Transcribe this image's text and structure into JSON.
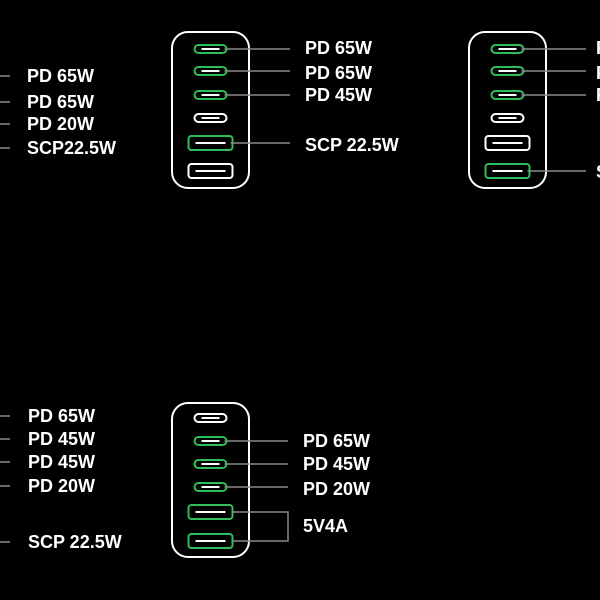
{
  "colors": {
    "background": "#000000",
    "outline": "#ffffff",
    "active_port": "#2fbf5a",
    "connector_line": "#8a8a8a",
    "label_text": "#ffffff"
  },
  "configs": [
    {
      "id": "top-left-partial",
      "ports": [],
      "labels": [
        {
          "text": "PD 65W",
          "port": null
        },
        {
          "text": "PD 65W",
          "port": null
        },
        {
          "text": "PD 20W",
          "port": null
        },
        {
          "text": "SCP22.5W",
          "port": null
        }
      ]
    },
    {
      "id": "top-center",
      "ports": [
        {
          "kind": "usb-c",
          "active": true
        },
        {
          "kind": "usb-c",
          "active": true
        },
        {
          "kind": "usb-c",
          "active": true
        },
        {
          "kind": "usb-c",
          "active": false
        },
        {
          "kind": "usb-a",
          "active": true
        },
        {
          "kind": "usb-a",
          "active": false
        }
      ],
      "labels": [
        {
          "text": "PD 65W",
          "port": 0
        },
        {
          "text": "PD 65W",
          "port": 1
        },
        {
          "text": "PD 45W",
          "port": 2
        },
        {
          "text": "SCP 22.5W",
          "port": 4
        }
      ]
    },
    {
      "id": "top-right-partial",
      "ports": [
        {
          "kind": "usb-c",
          "active": true
        },
        {
          "kind": "usb-c",
          "active": true
        },
        {
          "kind": "usb-c",
          "active": true
        },
        {
          "kind": "usb-c",
          "active": false
        },
        {
          "kind": "usb-a",
          "active": false
        },
        {
          "kind": "usb-a",
          "active": true
        }
      ],
      "labels": [
        {
          "text": "P",
          "port": 0
        },
        {
          "text": "P",
          "port": 1
        },
        {
          "text": "P",
          "port": 2
        },
        {
          "text": "S",
          "port": 5
        }
      ]
    },
    {
      "id": "bottom-left-partial",
      "ports": [],
      "labels": [
        {
          "text": "PD 65W",
          "port": null
        },
        {
          "text": "PD 45W",
          "port": null
        },
        {
          "text": "PD 45W",
          "port": null
        },
        {
          "text": "PD 20W",
          "port": null
        },
        {
          "text": "SCP 22.5W",
          "port": null
        }
      ]
    },
    {
      "id": "bottom-center",
      "ports": [
        {
          "kind": "usb-c",
          "active": false
        },
        {
          "kind": "usb-c",
          "active": true
        },
        {
          "kind": "usb-c",
          "active": true
        },
        {
          "kind": "usb-c",
          "active": true
        },
        {
          "kind": "usb-a",
          "active": true
        },
        {
          "kind": "usb-a",
          "active": true
        }
      ],
      "labels": [
        {
          "text": "PD 65W",
          "port": 1
        },
        {
          "text": "PD 45W",
          "port": 2
        },
        {
          "text": "PD 20W",
          "port": 3
        },
        {
          "text": "5V4A",
          "port": [
            4,
            5
          ]
        }
      ]
    }
  ]
}
